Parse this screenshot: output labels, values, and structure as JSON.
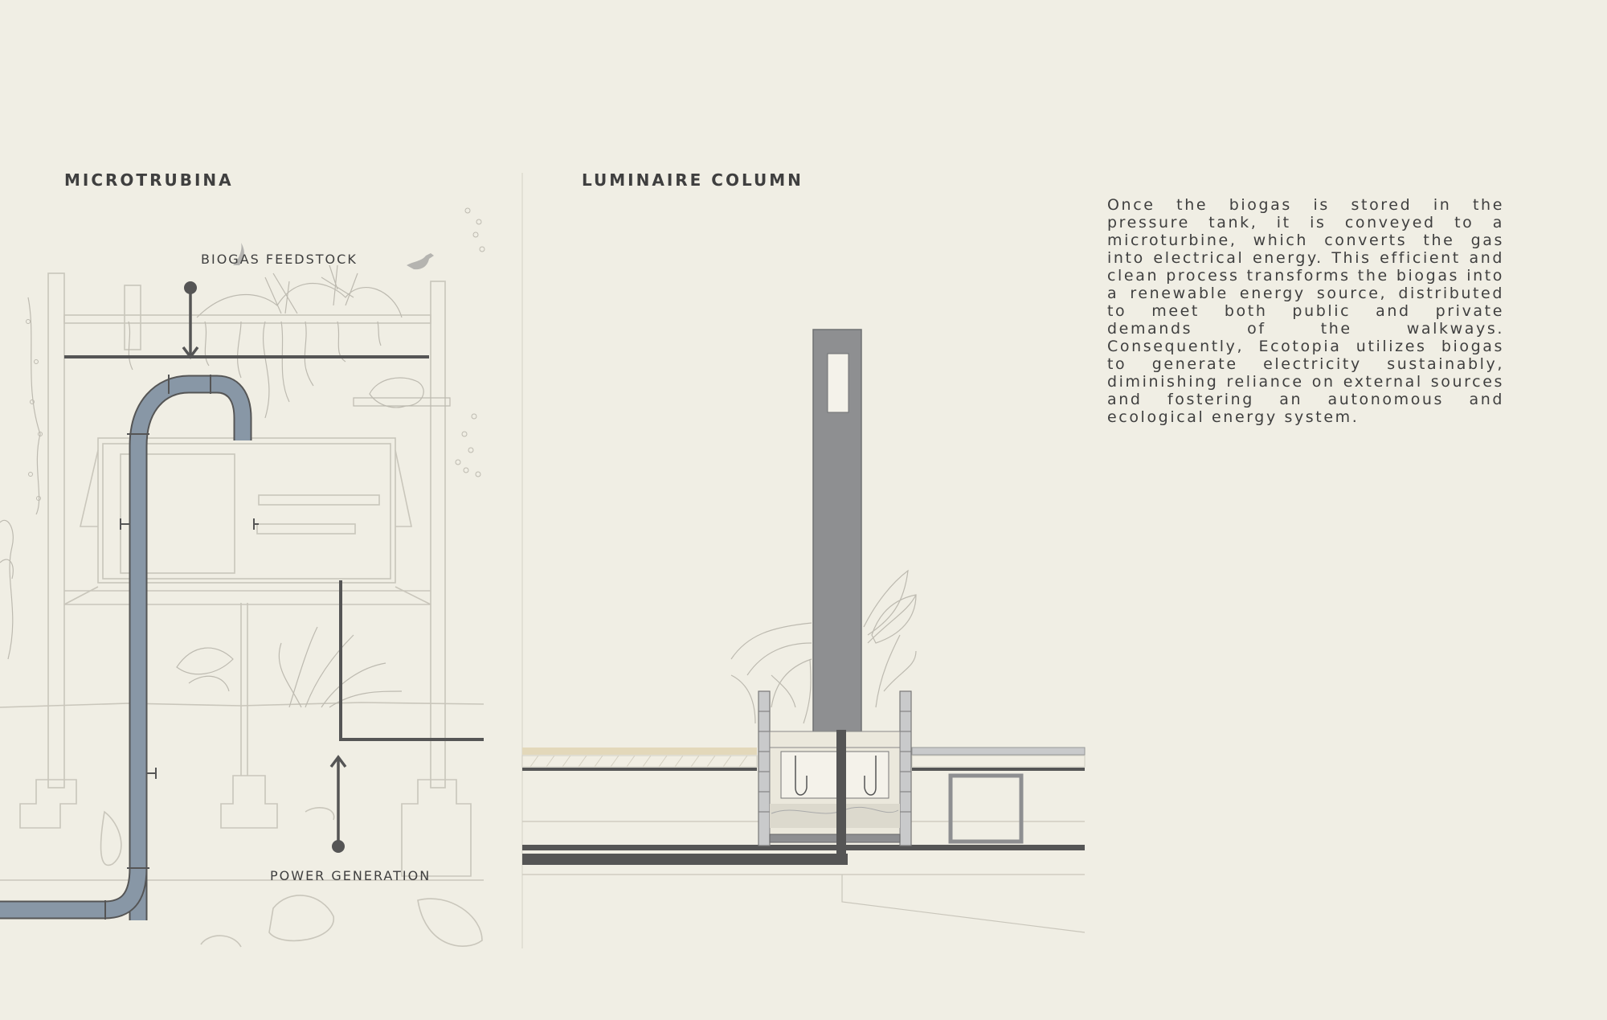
{
  "left_panel": {
    "title": "MICROTRUBINA",
    "label_top": "BIOGAS FEEDSTOCK",
    "label_bottom": "POWER GENERATION"
  },
  "right_panel": {
    "title": "LUMINAIRE COLUMN"
  },
  "description": "Once the biogas is stored in the pressure tank, it is conveyed to a microturbine, which converts the gas into electrical energy. This efficient and clean process transforms the biogas into a renewable energy source, distributed to meet both public and private demands of the walkways. Consequently, Ecotopia utilizes biogas to generate electricity sustainably, diminishing reliance on external sources and fostering an autonomous and ecological energy system.",
  "colors": {
    "background": "#f0eee4",
    "pipe": "#8897a6",
    "dark_line": "#555555",
    "column": "#8e8f91",
    "text": "#3f3f3f"
  }
}
